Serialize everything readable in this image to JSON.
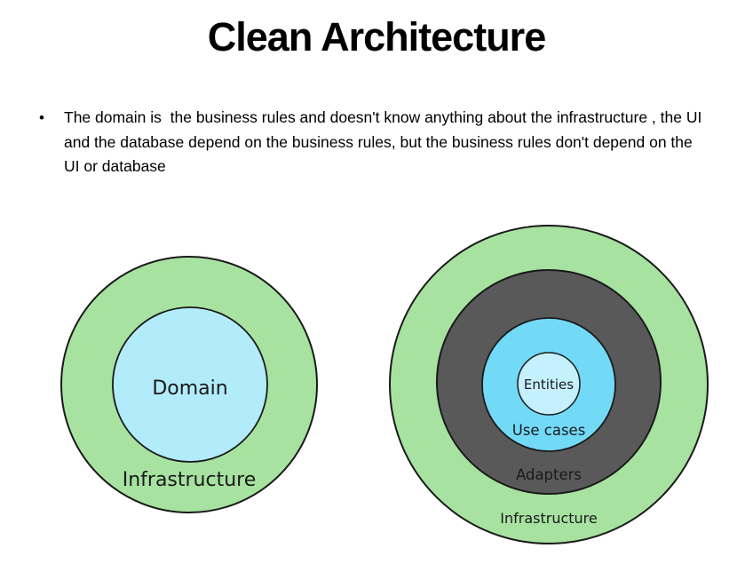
{
  "slide": {
    "title": "Clean Architecture",
    "bullet_marker": "•",
    "bullet_text": "The domain is  the business rules and doesn't know anything about the infrastructure , the UI and the database depend on the business rules, but the business rules don't depend on the UI or database"
  },
  "diagrams": {
    "left": {
      "inner_label": "Domain",
      "outer_label": "Infrastructure",
      "outer_color": "#a7e2a1",
      "inner_color": "#b2ecfb"
    },
    "right": {
      "entities_label": "Entities",
      "use_cases_label": "Use cases",
      "adapters_label": "Adapters",
      "infrastructure_label": "Infrastructure",
      "infrastructure_color": "#a7e2a1",
      "adapters_color": "#595959",
      "use_cases_color": "#72d9f7",
      "entities_color": "#c5f0fd",
      "adapters_text_color": "#e8e8e8",
      "outline_color": "#1a1a1a"
    }
  }
}
